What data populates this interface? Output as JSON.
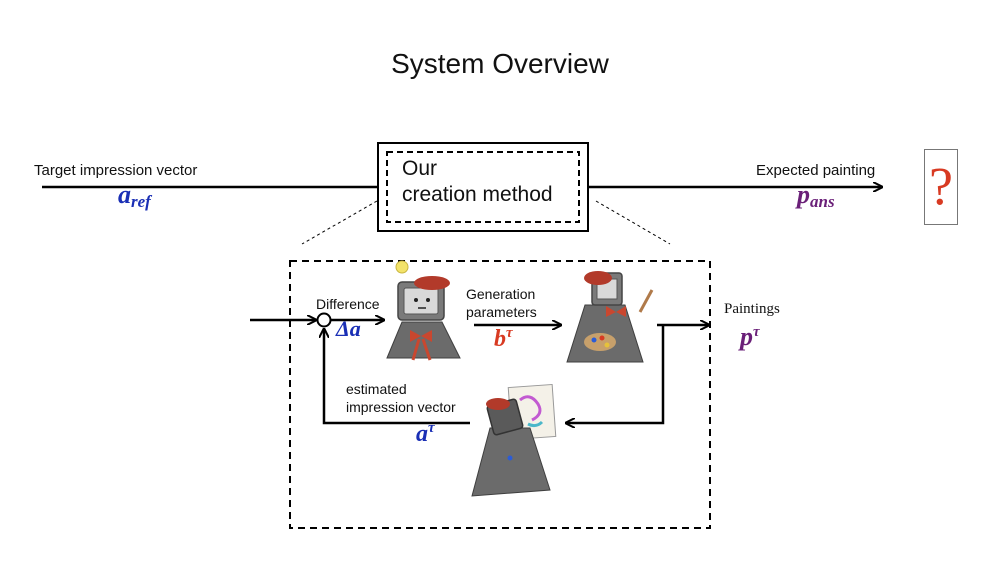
{
  "title": "System Overview",
  "input": {
    "label": "Target impression vector",
    "symbol": "a",
    "subscript": "ref"
  },
  "method": {
    "line1": "Our",
    "line2": "creation method"
  },
  "output": {
    "label": "Expected painting",
    "symbol": "p",
    "subscript": "ans",
    "unknown": "?"
  },
  "loop": {
    "difference_label": "Difference",
    "difference_symbol": "Δa",
    "generation_label_1": "Generation",
    "generation_label_2": "parameters",
    "generation_symbol": "b",
    "generation_sup": "τ",
    "paintings_label": "Paintings",
    "paintings_symbol": "p",
    "paintings_sup": "τ",
    "estimated_label_1": "estimated",
    "estimated_label_2": "impression vector",
    "estimated_symbol": "a",
    "estimated_sup": "τ"
  },
  "colors": {
    "blue": "#1a2fb5",
    "red": "#d83a22",
    "purple": "#6a1f78",
    "cloak": "#6b6b6b",
    "beret": "#b23a2a"
  }
}
